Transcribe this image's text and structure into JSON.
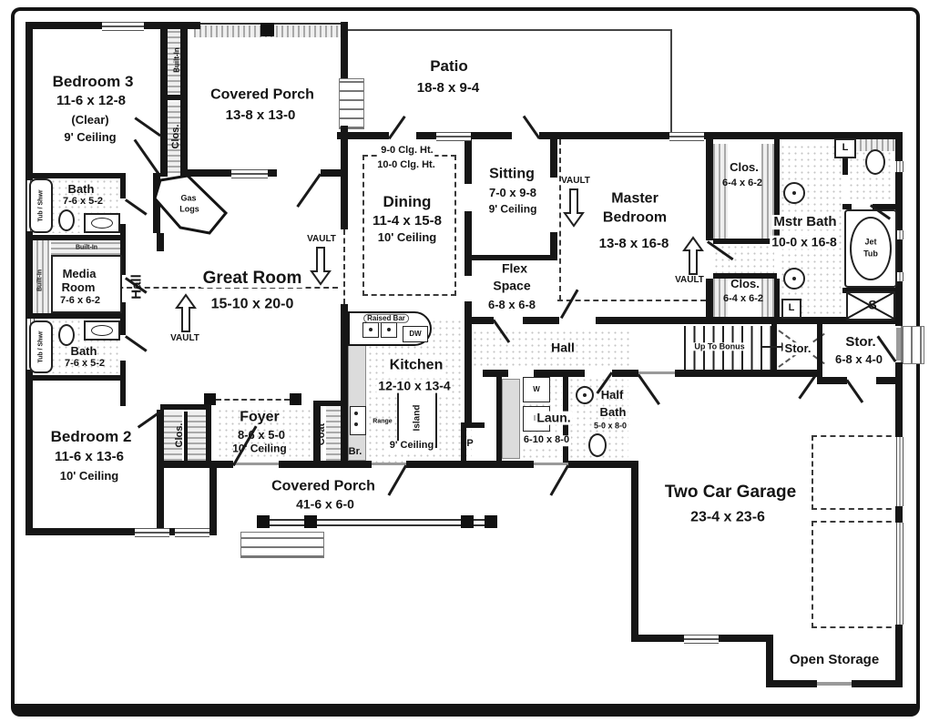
{
  "rooms": {
    "bedroom3": {
      "name": "Bedroom 3",
      "dims": "11-6 x 12-8",
      "clear": "(Clear)",
      "ceiling": "9' Ceiling"
    },
    "covered_porch_top": {
      "name": "Covered Porch",
      "dims": "13-8 x 13-0"
    },
    "patio": {
      "name": "Patio",
      "dims": "18-8 x 9-4"
    },
    "dining": {
      "name": "Dining",
      "dims": "11-4 x 15-8",
      "ceiling": "10' Ceiling",
      "clg_note1": "9-0 Clg. Ht.",
      "clg_note2": "10-0 Clg. Ht."
    },
    "sitting": {
      "name": "Sitting",
      "dims": "7-0 x 9-8",
      "ceiling": "9' Ceiling"
    },
    "master_bedroom": {
      "name1": "Master",
      "name2": "Bedroom",
      "dims": "13-8 x 16-8"
    },
    "master_closet_top": {
      "name": "Clos.",
      "dims": "6-4 x 6-2"
    },
    "master_closet_bottom": {
      "name": "Clos.",
      "dims": "6-4 x 6-2"
    },
    "master_bath": {
      "name": "Mstr Bath",
      "dims": "10-0 x 16-8"
    },
    "bath1": {
      "name": "Bath",
      "dims": "7-6 x 5-2"
    },
    "bath2": {
      "name": "Bath",
      "dims": "7-6 x 5-2"
    },
    "media_room": {
      "name1": "Media",
      "name2": "Room",
      "dims": "7-6 x 6-2"
    },
    "great_room": {
      "name": "Great Room",
      "dims": "15-10 x 20-0"
    },
    "bedroom2": {
      "name": "Bedroom 2",
      "dims": "11-6 x 13-6",
      "ceiling": "10' Ceiling"
    },
    "foyer": {
      "name": "Foyer",
      "dims": "8-6 x 5-0",
      "ceiling": "10' Ceiling"
    },
    "kitchen": {
      "name": "Kitchen",
      "dims": "12-10 x 13-4",
      "ceiling": "9' Ceiling"
    },
    "flex_space": {
      "name1": "Flex",
      "name2": "Space",
      "dims": "6-8 x 6-8"
    },
    "laundry": {
      "name": "Laun.",
      "dims": "6-10 x 8-0"
    },
    "half_bath": {
      "name1": "Half",
      "name2": "Bath",
      "dims": "5-0 x 8-0"
    },
    "garage": {
      "name": "Two Car Garage",
      "dims": "23-4 x 23-6"
    },
    "storage_room": {
      "name": "Stor.",
      "dims": "6-8 x 4-0"
    },
    "storage_under_stairs": {
      "name": "Stor."
    },
    "open_storage": {
      "name": "Open Storage"
    },
    "covered_porch_bottom": {
      "name": "Covered Porch",
      "dims": "41-6 x 6-0"
    },
    "hall_left": {
      "name": "Hall"
    },
    "hall_middle": {
      "name": "Hall"
    }
  },
  "labels": {
    "vault": "VAULT",
    "built_in": "Built-In",
    "closet": "Clos.",
    "coat": "Coat",
    "tub_shower": "Tub / Shwr",
    "gas_logs1": "Gas",
    "gas_logs2": "Logs",
    "raised_bar": "Raised Bar",
    "dishwasher": "DW",
    "island": "Island",
    "range": "Range",
    "breakfast": "Br.",
    "pantry": "P",
    "washer": "W",
    "dryer": "D",
    "linen": "L",
    "shower": "S",
    "jet_tub1": "Jet",
    "jet_tub2": "Tub",
    "up_to_bonus": "Up To Bonus"
  }
}
